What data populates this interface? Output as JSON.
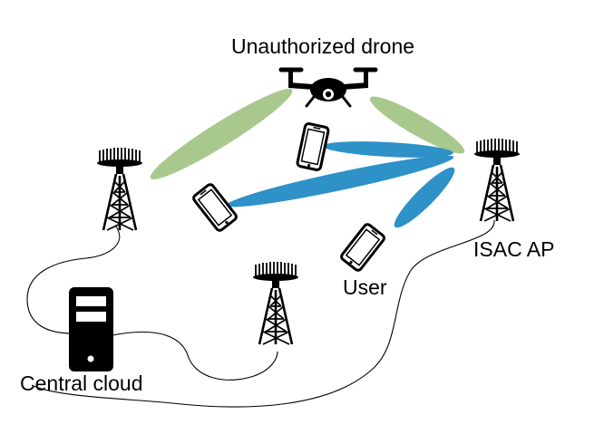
{
  "labels": {
    "drone": "Unauthorized drone",
    "isac_ap": "ISAC AP",
    "user": "User",
    "central_cloud": "Central cloud"
  },
  "colors": {
    "sensing_beam": "#a9c88e",
    "comm_beam": "#2e91c7",
    "device": "#000000",
    "cable": "#000000"
  },
  "icons": {
    "drone": "drone-icon",
    "tower": "cell-tower-icon",
    "phone": "smartphone-icon",
    "server": "server-icon"
  }
}
